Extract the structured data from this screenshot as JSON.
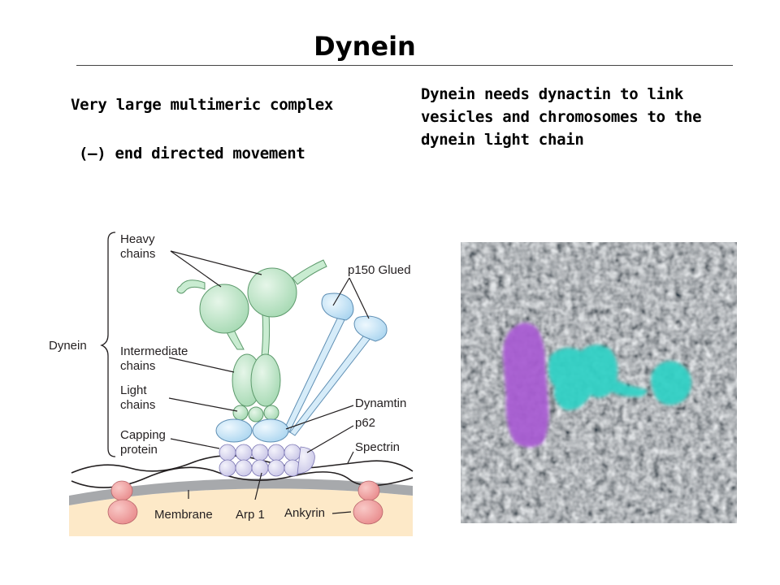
{
  "slide": {
    "title": "Dynein",
    "bullets": [
      "Very large multimeric complex",
      "(–) end directed movement"
    ],
    "note_lines": [
      "Dynein needs dynactin to link",
      "vesicles and chromosomes to the",
      "dynein light chain"
    ]
  },
  "diagram": {
    "labels": {
      "heavy_1": "Heavy",
      "heavy_2": "chains",
      "p150": "p150 Glued",
      "dynein": "Dynein",
      "intermediate_1": "Intermediate",
      "intermediate_2": "chains",
      "light_1": "Light",
      "light_2": "chains",
      "dynamtin": "Dynamtin",
      "p62": "p62",
      "capping_1": "Capping",
      "capping_2": "protein",
      "spectrin": "Spectrin",
      "membrane": "Membrane",
      "arp1": "Arp 1",
      "ankyrin": "Ankyrin"
    },
    "colors": {
      "dynein_green": "#b9e3c3",
      "p150_blue": "#bfe0f5",
      "arp1_lavender": "#d8d6ef",
      "ankyrin_pink": "#f2a7a5",
      "membrane_gray": "#a7a9ac",
      "cytoplasm_cream": "#fde9c8"
    }
  },
  "micrograph": {
    "colors": {
      "background": "#5a5f62",
      "magenta": "#a85ad3",
      "teal": "#2fd2c6"
    }
  }
}
